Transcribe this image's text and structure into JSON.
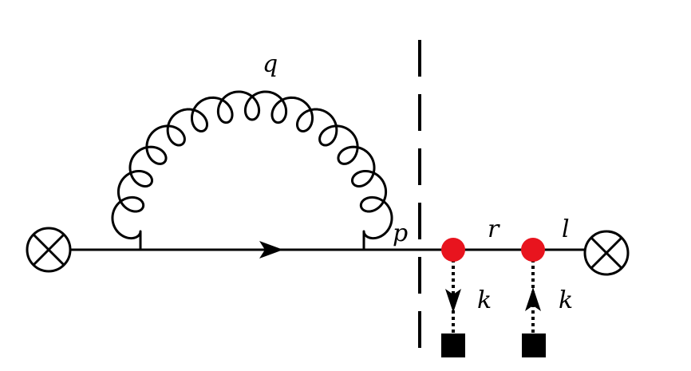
{
  "labels": {
    "gluon_momentum": "q",
    "quark_momentum_p": "p",
    "quark_momentum_r": "r",
    "quark_momentum_l": "l",
    "insertion_momentum_1": "k",
    "insertion_momentum_2": "k"
  },
  "colors": {
    "line": "#000000",
    "vertex": "#e8141e",
    "source": "#000000",
    "background": "#ffffff"
  },
  "icons": {
    "left_vertex": "circled-times-icon",
    "right_vertex": "circled-times-icon",
    "source_1": "filled-square-icon",
    "source_2": "filled-square-icon"
  }
}
